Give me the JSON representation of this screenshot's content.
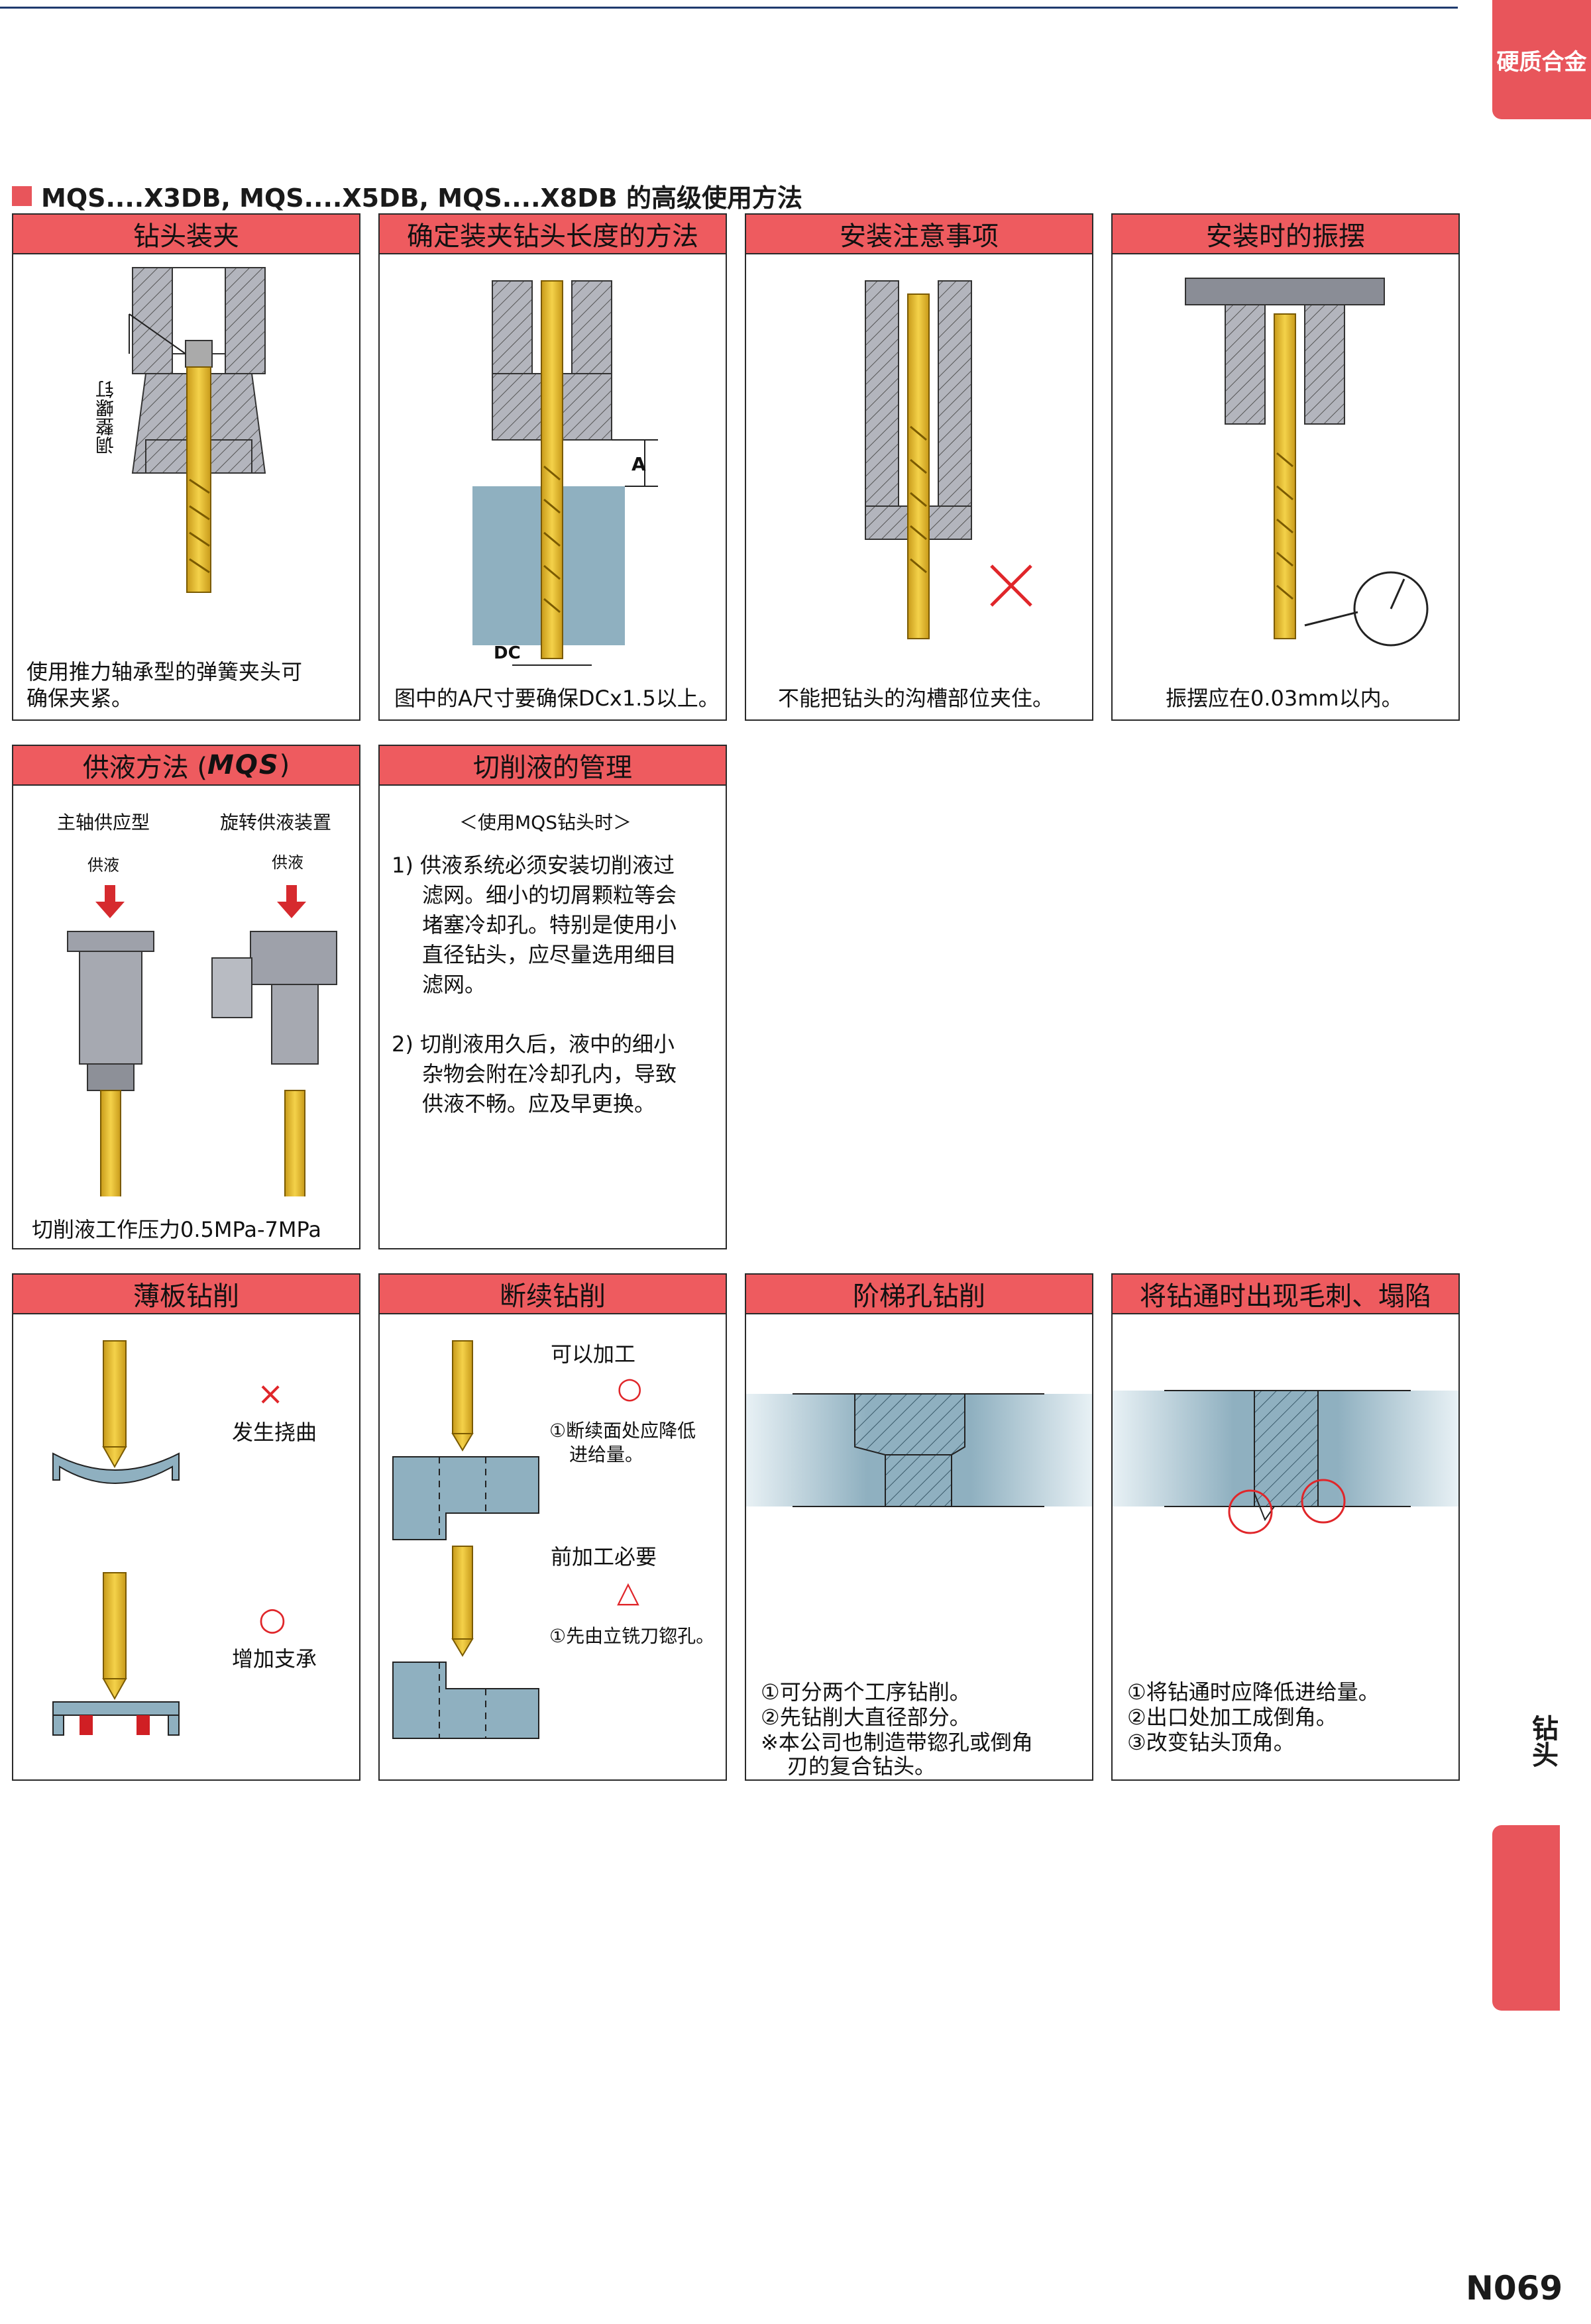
{
  "header": {
    "side_tab": "硬质合金",
    "section_tab": "钻头"
  },
  "section_title": "MQS....X3DB, MQS....X5DB, MQS....X8DB 的高级使用方法",
  "panels": {
    "p1": {
      "title": "钻头装夹",
      "label": "调整螺钉",
      "caption_1": "使用推力轴承型的弹簧夹头可",
      "caption_2": "确保夹紧。"
    },
    "p2": {
      "title": "确定装夹钻头长度的方法",
      "dim_a": "A",
      "dim_dc": "DC",
      "caption": "图中的A尺寸要确保DCx1.5以上。"
    },
    "p3": {
      "title": "安装注意事项",
      "caption": "不能把钻头的沟槽部位夹住。"
    },
    "p4": {
      "title": "安装时的振摆",
      "caption": "振摆应在0.03mm以内。"
    },
    "p5": {
      "title_prefix": "供液方法 (",
      "title_logo": "MQS",
      "title_suffix": ")",
      "label_left": "主轴供应型",
      "label_right": "旋转供液装置",
      "supply_left": "供液",
      "supply_right": "供液",
      "caption": "切削液工作压力0.5MPa-7MPa"
    },
    "p6": {
      "title": "切削液的管理",
      "subtitle": "＜使用MQS钻头时＞",
      "item1": [
        "1) 供液系统必须安装切削液过",
        "滤网。细小的切屑颗粒等会",
        "堵塞冷却孔。特别是使用小",
        "直径钻头，应尽量选用细目",
        "滤网。"
      ],
      "item2": [
        "2) 切削液用久后，液中的细小",
        "杂物会附在冷却孔内，导致",
        "供液不畅。应及早更换。"
      ]
    },
    "p7": {
      "title": "薄板钻削",
      "mark_x": "×",
      "note_1": "发生挠曲",
      "mark_o": "○",
      "note_2": "增加支承"
    },
    "p8": {
      "title": "断续钻削",
      "ok_label": "可以加工",
      "mark_o": "○",
      "ok_note_1": "①断续面处应降低",
      "ok_note_2": "进给量。",
      "pre_label": "前加工必要",
      "mark_tri": "△",
      "pre_note": "①先由立铣刀锪孔。"
    },
    "p9": {
      "title": "阶梯孔钻削",
      "notes": [
        "①可分两个工序钻削。",
        "②先钻削大直径部分。",
        "※本公司也制造带锪孔或倒角",
        "刃的复合钻头。"
      ]
    },
    "p10": {
      "title": "将钻通时出现毛刺、塌陷",
      "notes": [
        "①将钻通时应降低进给量。",
        "②出口处加工成倒角。",
        "③改变钻头顶角。"
      ]
    }
  },
  "footer": {
    "page": "N069"
  }
}
